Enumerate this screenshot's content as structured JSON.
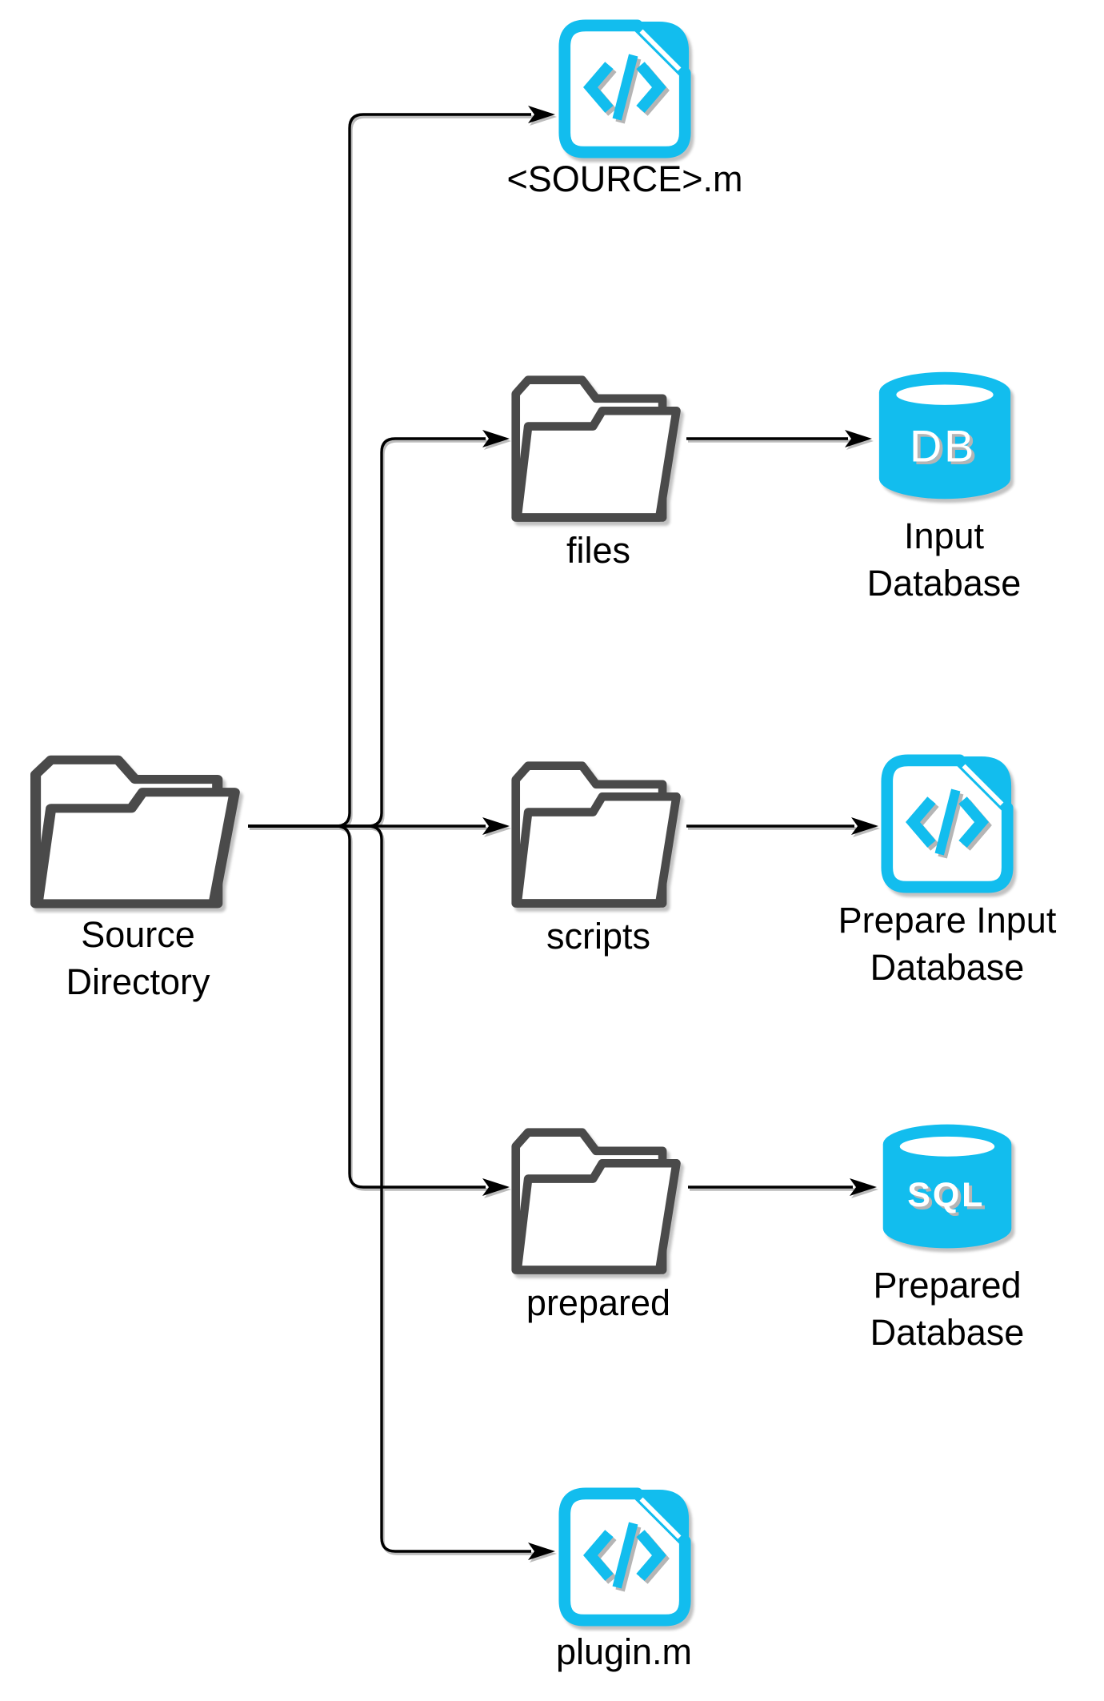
{
  "diagram": {
    "background": "#FFFFFF",
    "colors": {
      "accent_cyan": "#12BDEE",
      "folder_outline": "#4A4A4A",
      "connector": "#000000",
      "label_text": "#000000",
      "badge_text": "#FFFFFF",
      "shadow_gray": "#BDBDBD"
    },
    "nodes": {
      "source_directory": {
        "type": "folder",
        "label_lines": [
          "Source",
          "Directory"
        ]
      },
      "source_file": {
        "type": "code-file",
        "label": "<SOURCE>.m"
      },
      "files_folder": {
        "type": "folder",
        "label": "files"
      },
      "input_database": {
        "type": "database",
        "badge": "DB",
        "label_lines": [
          "Input",
          "Database"
        ]
      },
      "scripts_folder": {
        "type": "folder",
        "label": "scripts"
      },
      "prepare_input_database": {
        "type": "code-file",
        "label_lines": [
          "Prepare Input",
          "Database"
        ]
      },
      "prepared_folder": {
        "type": "folder",
        "label": "prepared"
      },
      "prepared_database": {
        "type": "database",
        "badge": "SQL",
        "label_lines": [
          "Prepared",
          "Database"
        ]
      },
      "plugin_file": {
        "type": "code-file",
        "label": "plugin.m"
      }
    },
    "edges": [
      {
        "from": "source_directory",
        "to": "source_file"
      },
      {
        "from": "source_directory",
        "to": "files_folder"
      },
      {
        "from": "source_directory",
        "to": "scripts_folder"
      },
      {
        "from": "source_directory",
        "to": "prepared_folder"
      },
      {
        "from": "source_directory",
        "to": "plugin_file"
      },
      {
        "from": "files_folder",
        "to": "input_database"
      },
      {
        "from": "scripts_folder",
        "to": "prepare_input_database"
      },
      {
        "from": "prepared_folder",
        "to": "prepared_database"
      }
    ]
  }
}
